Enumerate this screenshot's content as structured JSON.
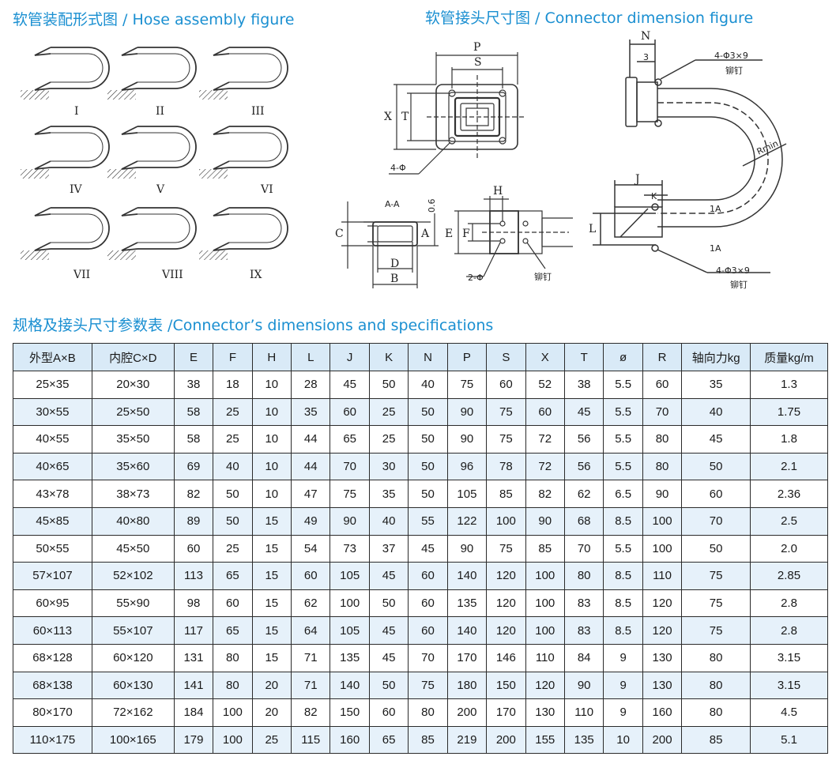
{
  "titles": {
    "hose_assembly": "软管装配形式图 / Hose assembly figure",
    "connector_dimension": "软管接头尺寸图 / Connector dimension figure",
    "specifications": "规格及接头尺寸参数表 /Connector’s dimensions and specifications"
  },
  "hose_forms": [
    "I",
    "II",
    "III",
    "IV",
    "V",
    "VI",
    "VII",
    "VIII",
    "IX"
  ],
  "drawing_labels": {
    "P": "P",
    "S": "S",
    "X": "X",
    "T": "T",
    "four_phi": "4-Φ",
    "section": "A-A",
    "d06": "0.6",
    "C": "C",
    "A": "A",
    "D": "D",
    "B": "B",
    "H": "H",
    "E": "E",
    "F": "F",
    "two_phi": "2-Φ",
    "rivet": "铆钉",
    "N": "N",
    "three": "3",
    "rivet_spec": "4-Φ3×9",
    "rivet2": "铆钉",
    "Rmin": "Rmin",
    "J": "J",
    "K": "K",
    "L": "L",
    "oneA_top": "1A",
    "oneA_bot": "1A",
    "rivet_spec_bottom": "4-Φ3×9",
    "rivet_bottom": "铆钉"
  },
  "table": {
    "headers": [
      "外型A×B",
      "内腔C×D",
      "E",
      "F",
      "H",
      "L",
      "J",
      "K",
      "N",
      "P",
      "S",
      "X",
      "T",
      "ø",
      "R",
      "轴向力kg",
      "质量kg/m"
    ],
    "rows": [
      [
        "25×35",
        "20×30",
        "38",
        "18",
        "10",
        "28",
        "45",
        "50",
        "40",
        "75",
        "60",
        "52",
        "38",
        "5.5",
        "60",
        "35",
        "1.3"
      ],
      [
        "30×55",
        "25×50",
        "58",
        "25",
        "10",
        "35",
        "60",
        "25",
        "50",
        "90",
        "75",
        "60",
        "45",
        "5.5",
        "70",
        "40",
        "1.75"
      ],
      [
        "40×55",
        "35×50",
        "58",
        "25",
        "10",
        "44",
        "65",
        "25",
        "50",
        "90",
        "75",
        "72",
        "56",
        "5.5",
        "80",
        "45",
        "1.8"
      ],
      [
        "40×65",
        "35×60",
        "69",
        "40",
        "10",
        "44",
        "70",
        "30",
        "50",
        "96",
        "78",
        "72",
        "56",
        "5.5",
        "80",
        "50",
        "2.1"
      ],
      [
        "43×78",
        "38×73",
        "82",
        "50",
        "10",
        "47",
        "75",
        "35",
        "50",
        "105",
        "85",
        "82",
        "62",
        "6.5",
        "90",
        "60",
        "2.36"
      ],
      [
        "45×85",
        "40×80",
        "89",
        "50",
        "15",
        "49",
        "90",
        "40",
        "55",
        "122",
        "100",
        "90",
        "68",
        "8.5",
        "100",
        "70",
        "2.5"
      ],
      [
        "50×55",
        "45×50",
        "60",
        "25",
        "15",
        "54",
        "73",
        "37",
        "45",
        "90",
        "75",
        "85",
        "70",
        "5.5",
        "100",
        "50",
        "2.0"
      ],
      [
        "57×107",
        "52×102",
        "113",
        "65",
        "15",
        "60",
        "105",
        "45",
        "60",
        "140",
        "120",
        "100",
        "80",
        "8.5",
        "110",
        "75",
        "2.85"
      ],
      [
        "60×95",
        "55×90",
        "98",
        "60",
        "15",
        "62",
        "100",
        "50",
        "60",
        "135",
        "120",
        "100",
        "83",
        "8.5",
        "120",
        "75",
        "2.8"
      ],
      [
        "60×113",
        "55×107",
        "117",
        "65",
        "15",
        "64",
        "105",
        "45",
        "60",
        "140",
        "120",
        "100",
        "83",
        "8.5",
        "120",
        "75",
        "2.8"
      ],
      [
        "68×128",
        "60×120",
        "131",
        "80",
        "15",
        "71",
        "135",
        "45",
        "70",
        "170",
        "146",
        "110",
        "84",
        "9",
        "130",
        "80",
        "3.15"
      ],
      [
        "68×138",
        "60×130",
        "141",
        "80",
        "20",
        "71",
        "140",
        "50",
        "75",
        "180",
        "150",
        "120",
        "90",
        "9",
        "130",
        "80",
        "3.15"
      ],
      [
        "80×170",
        "72×162",
        "184",
        "100",
        "20",
        "82",
        "150",
        "60",
        "80",
        "200",
        "170",
        "130",
        "110",
        "9",
        "160",
        "80",
        "4.5"
      ],
      [
        "110×175",
        "100×165",
        "179",
        "100",
        "25",
        "115",
        "160",
        "65",
        "85",
        "219",
        "200",
        "155",
        "135",
        "10",
        "200",
        "85",
        "5.1"
      ]
    ]
  }
}
